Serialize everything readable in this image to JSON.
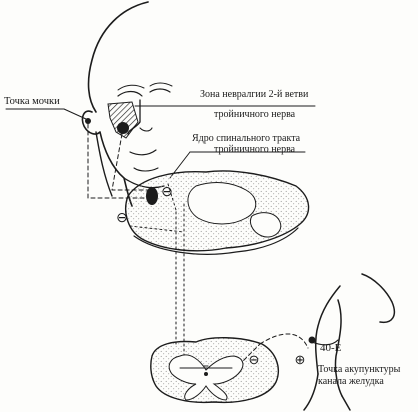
{
  "labels": {
    "point_mochki": "Точка мочки",
    "zone_line1": "Зона невралгии 2-й ветви",
    "zone_line2": "тройничного нерва",
    "nucleus_line1": "Ядро спинального тракта",
    "nucleus_line2": "тройничного нерва",
    "point_code": "40-E",
    "acu_line1": "Точка акупунктуры",
    "acu_line2": "канала желудка"
  },
  "signs": {
    "minus": "⊖",
    "plus": "⊕"
  },
  "colors": {
    "ink": "#1c1c1c",
    "paper": "#fdfdfb",
    "stipple": "#9a9a9a"
  }
}
